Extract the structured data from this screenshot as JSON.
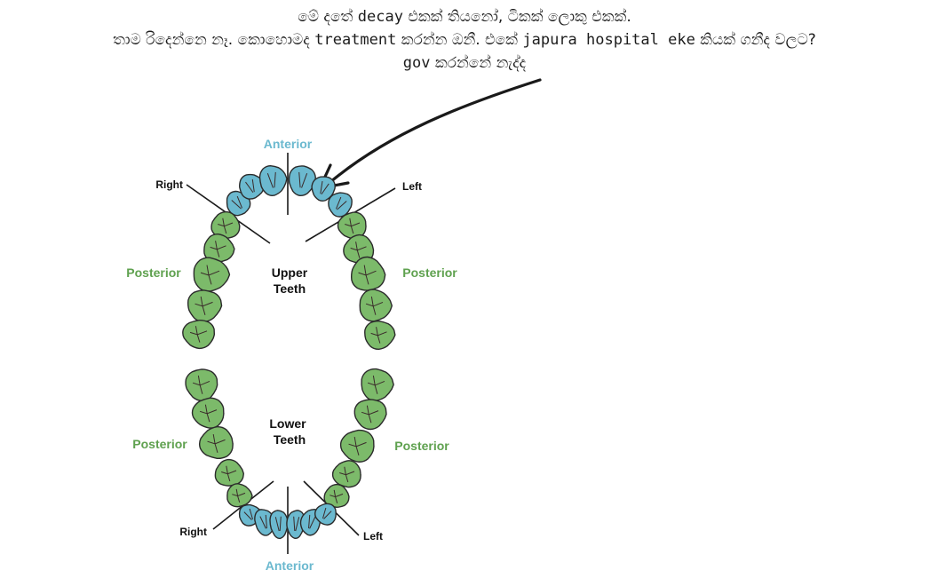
{
  "question": {
    "line1": {
      "a": "මේ දතේ ",
      "b": "decay",
      "c": " එකක් තියනෝ, ටිකක් ලොකු එකක්."
    },
    "line2": {
      "a": "තාම රිදෙන්නෙ නෑ. කොහොමද ",
      "b": "treatment",
      "c": " කරන්න ඔනී. එකේ ",
      "d": "japura hospital eke",
      "e": " කියක් ගනීද වලට?"
    },
    "line3": {
      "a": "gov",
      "b": " කරන්නේ නැද්ද"
    }
  },
  "diagram": {
    "upper_label_1": "Upper",
    "upper_label_2": "Teeth",
    "lower_label_1": "Lower",
    "lower_label_2": "Teeth",
    "anterior_top": "Anterior",
    "anterior_bottom": "Anterior",
    "posterior_upper_left": "Posterior",
    "posterior_upper_right": "Posterior",
    "posterior_lower_left": "Posterior",
    "posterior_lower_right": "Posterior",
    "right_top": "Right",
    "left_top": "Left",
    "right_bottom": "Right",
    "left_bottom": "Left"
  },
  "colors": {
    "anterior": "#6bb9cf",
    "posterior": "#7cba6a",
    "outline": "#2b2b2b",
    "crack": "#3a2a2a"
  }
}
